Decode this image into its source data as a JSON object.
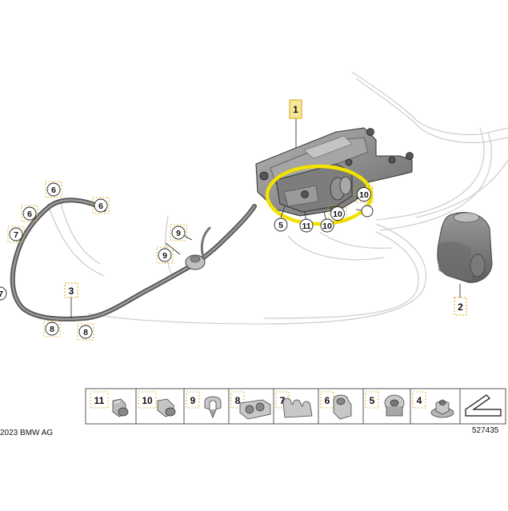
{
  "callouts": {
    "c1": "1",
    "c2": "2",
    "c3": "3",
    "c5": "5",
    "c6a": "6",
    "c6b": "6",
    "c6c": "6",
    "c7a": "7",
    "c7b": "7",
    "c8a": "8",
    "c8b": "8",
    "c9a": "9",
    "c9b": "9",
    "c10a": "10",
    "c10b": "10",
    "c10c": "10",
    "c11": "11"
  },
  "parts_strip": [
    {
      "number": "11",
      "icon": "hose-end-fitting-icon"
    },
    {
      "number": "10",
      "icon": "hose-end-fitting-icon"
    },
    {
      "number": "9",
      "icon": "hose-clip-icon"
    },
    {
      "number": "8",
      "icon": "double-hose-clip-icon"
    },
    {
      "number": "7",
      "icon": "triple-hose-clip-icon"
    },
    {
      "number": "6",
      "icon": "single-hose-clip-icon"
    },
    {
      "number": "5",
      "icon": "grommet-icon"
    },
    {
      "number": "4",
      "icon": "hex-nut-icon"
    }
  ],
  "copyright": "2023 BMW AG",
  "diagram_number": "527435",
  "colors": {
    "highlight": "#f2e200",
    "label_box_fill": "#f7e79a",
    "label_box_stroke": "#d9a300",
    "part_gray": "#8a8a8a",
    "line_gray": "#c8c8c8"
  }
}
